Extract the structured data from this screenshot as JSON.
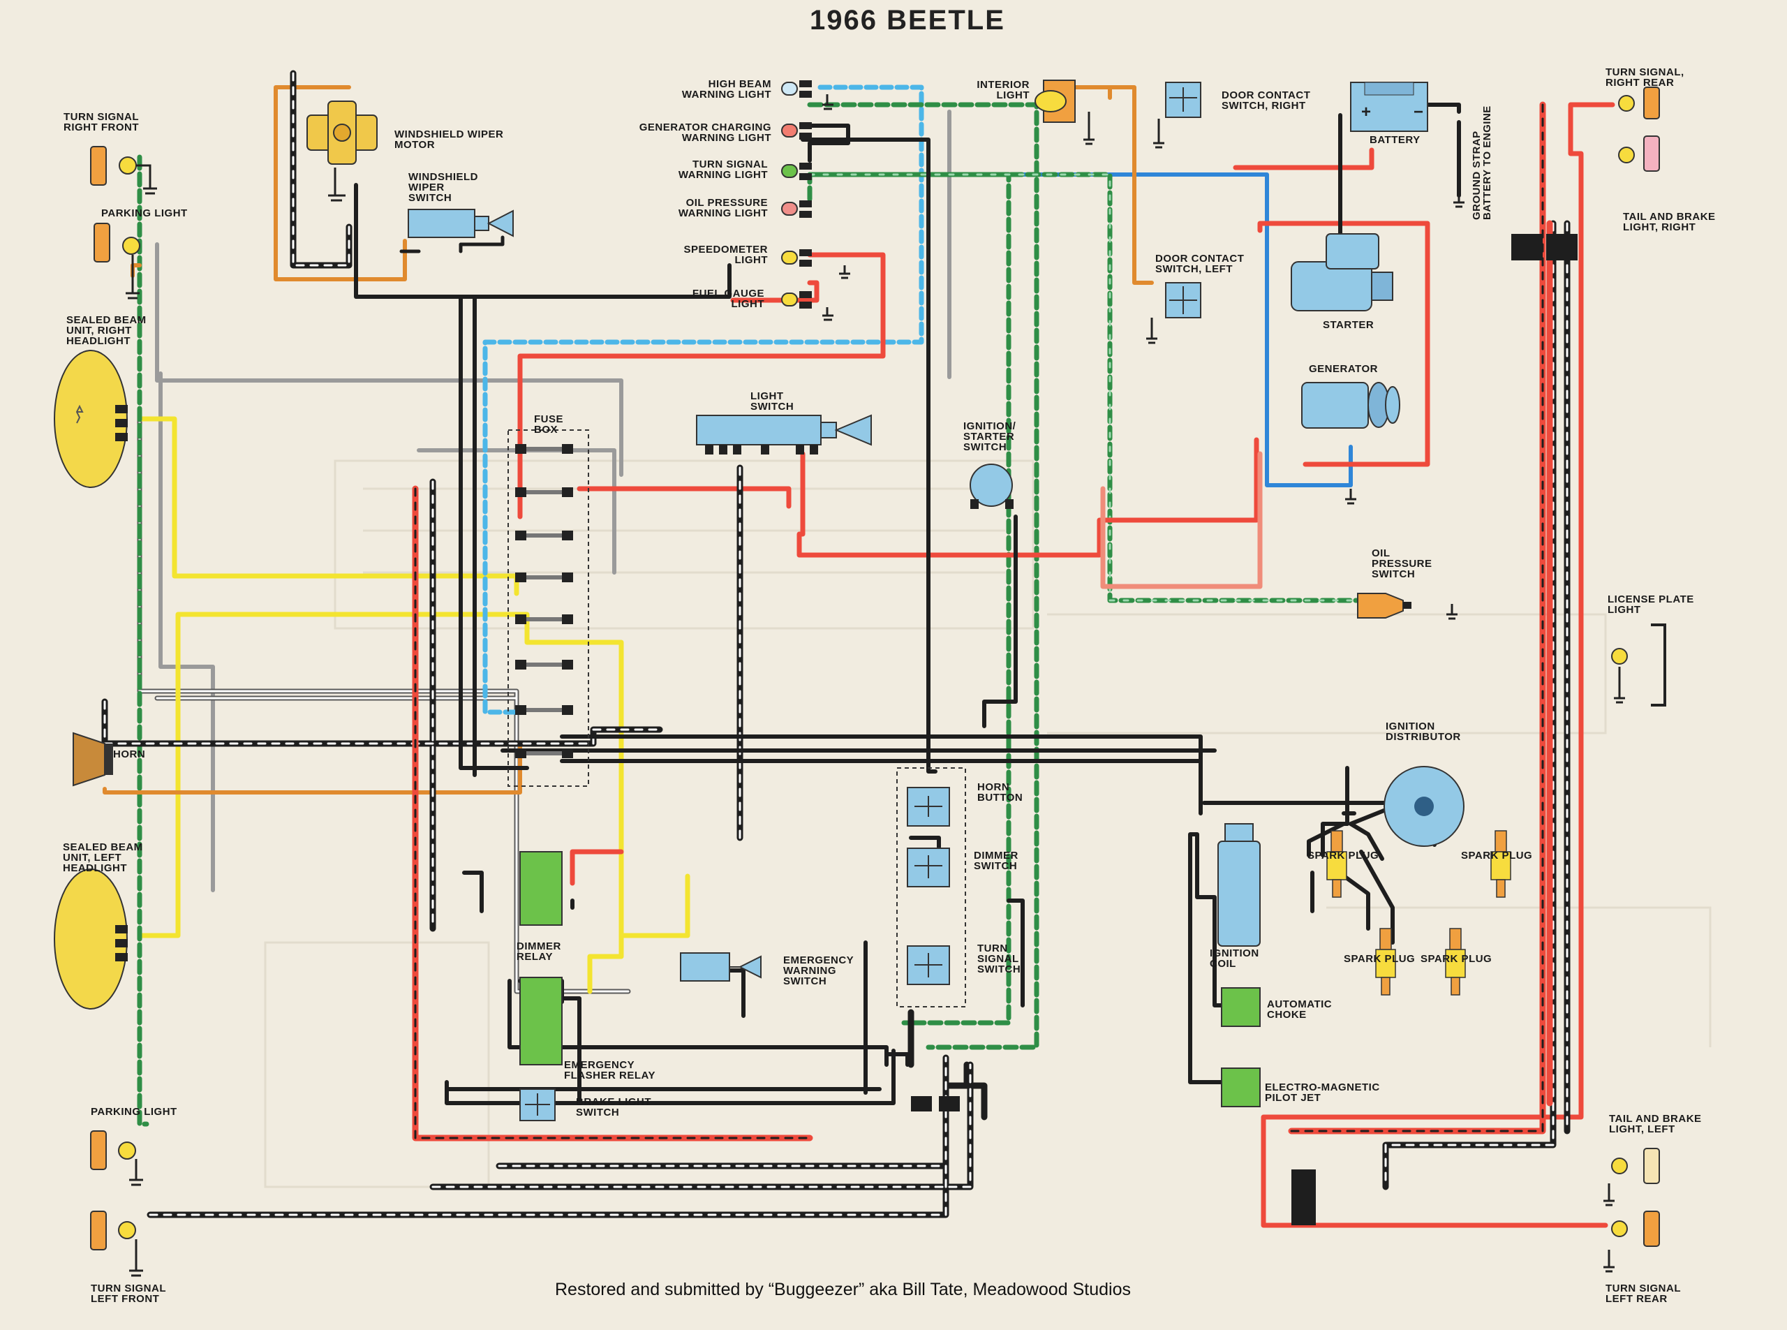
{
  "title": "1966 BEETLE",
  "credit": "Restored and submitted by “Buggeezer” aka Bill Tate, Meadowood Studios",
  "colors": {
    "background": "#f1ece0",
    "black": "#1e1e1e",
    "red": "#ee4a3c",
    "blue": "#2f86d8",
    "light_blue": "#4cb6e8",
    "yellow": "#f3e430",
    "green": "#2f8e46",
    "gray": "#9a9a9a",
    "orange": "#e08a2e",
    "component_blue": "#93c9e6",
    "component_green": "#6cc24a",
    "lamp_yellow": "#f7dc3e",
    "lamp_orange": "#f0a040"
  },
  "labels": {
    "turn_signal_right_front": [
      "TURN SIGNAL",
      "RIGHT FRONT"
    ],
    "parking_light_right": [
      "PARKING LIGHT"
    ],
    "headlight_right": [
      "SEALED BEAM",
      "UNIT, RIGHT",
      "HEADLIGHT"
    ],
    "horn": [
      "HORN"
    ],
    "headlight_left": [
      "SEALED BEAM",
      "UNIT, LEFT",
      "HEADLIGHT"
    ],
    "parking_light_left": [
      "PARKING LIGHT"
    ],
    "turn_signal_left_front": [
      "TURN SIGNAL",
      "LEFT FRONT"
    ],
    "wiper_motor": [
      "WINDSHIELD WIPER",
      "MOTOR"
    ],
    "wiper_switch": [
      "WINDSHIELD",
      "WIPER",
      "SWITCH"
    ],
    "high_beam": [
      "HIGH BEAM",
      "WARNING LIGHT"
    ],
    "gen_warning": [
      "GENERATOR CHARGING",
      "WARNING LIGHT"
    ],
    "turn_warning": [
      "TURN SIGNAL",
      "WARNING LIGHT"
    ],
    "oil_warning": [
      "OIL PRESSURE",
      "WARNING LIGHT"
    ],
    "speedo_light": [
      "SPEEDOMETER",
      "LIGHT"
    ],
    "fuel_light": [
      "FUEL GAUGE",
      "LIGHT"
    ],
    "interior_light": [
      "INTERIOR",
      "LIGHT"
    ],
    "door_right": [
      "DOOR CONTACT",
      "SWITCH, RIGHT"
    ],
    "door_left": [
      "DOOR CONTACT",
      "SWITCH, LEFT"
    ],
    "battery": [
      "BATTERY"
    ],
    "ground_strap": [
      "GROUND STRAP",
      "BATTERY TO ENGINE"
    ],
    "starter": [
      "STARTER"
    ],
    "generator": [
      "GENERATOR"
    ],
    "fuse_box": [
      "FUSE",
      "BOX"
    ],
    "light_switch": [
      "LIGHT",
      "SWITCH"
    ],
    "ignition_switch": [
      "IGNITION/",
      "STARTER",
      "SWITCH"
    ],
    "oil_pressure_switch": [
      "OIL",
      "PRESSURE",
      "SWITCH"
    ],
    "turn_right_rear": [
      "TURN SIGNAL,",
      "RIGHT REAR"
    ],
    "tail_brake_right": [
      "TAIL AND BRAKE",
      "LIGHT, RIGHT"
    ],
    "license_plate": [
      "LICENSE PLATE",
      "LIGHT"
    ],
    "ignition_distributor": [
      "IGNITION",
      "DISTRIBUTOR"
    ],
    "spark_plug": [
      "SPARK PLUG"
    ],
    "ignition_coil": [
      "IGNITION",
      "COIL"
    ],
    "automatic_choke": [
      "AUTOMATIC",
      "CHOKE"
    ],
    "pilot_jet": [
      "ELECTRO-MAGNETIC",
      "PILOT JET"
    ],
    "horn_button": [
      "HORN",
      "BUTTON"
    ],
    "dimmer_switch": [
      "DIMMER",
      "SWITCH"
    ],
    "turn_signal_switch": [
      "TURN",
      "SIGNAL",
      "SWITCH"
    ],
    "dimmer_relay": [
      "DIMMER",
      "RELAY"
    ],
    "emergency_warning_switch": [
      "EMERGENCY",
      "WARNING",
      "SWITCH"
    ],
    "emergency_flasher_relay": [
      "EMERGENCY",
      "FLASHER RELAY"
    ],
    "brake_light_switch": [
      "BRAKE LIGHT",
      "SWITCH"
    ],
    "tail_brake_left": [
      "TAIL AND BRAKE",
      "LIGHT, LEFT"
    ],
    "turn_left_rear": [
      "TURN SIGNAL",
      "LEFT REAR"
    ]
  }
}
